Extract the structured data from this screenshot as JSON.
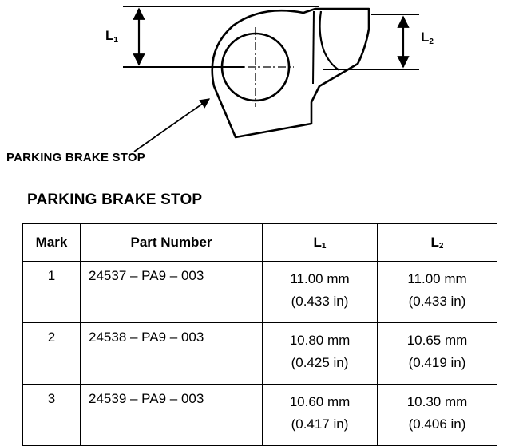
{
  "diagram": {
    "label_l1": "L",
    "label_l1_sub": "1",
    "label_l2": "L",
    "label_l2_sub": "2",
    "callout": "PARKING BRAKE STOP"
  },
  "table": {
    "title": "PARKING BRAKE STOP",
    "headers": {
      "mark": "Mark",
      "part_number": "Part Number",
      "l1": "L",
      "l1_sub": "1",
      "l2": "L",
      "l2_sub": "2"
    },
    "rows": [
      {
        "mark": "1",
        "part_number": "24537 – PA9 – 003",
        "l1_mm": "11.00 mm",
        "l1_in": "(0.433 in)",
        "l2_mm": "11.00 mm",
        "l2_in": "(0.433 in)"
      },
      {
        "mark": "2",
        "part_number": "24538 – PA9 – 003",
        "l1_mm": "10.80 mm",
        "l1_in": "(0.425 in)",
        "l2_mm": "10.65 mm",
        "l2_in": "(0.419 in)"
      },
      {
        "mark": "3",
        "part_number": "24539 – PA9 – 003",
        "l1_mm": "10.60 mm",
        "l1_in": "(0.417 in)",
        "l2_mm": "10.30 mm",
        "l2_in": "(0.406 in)"
      }
    ]
  }
}
